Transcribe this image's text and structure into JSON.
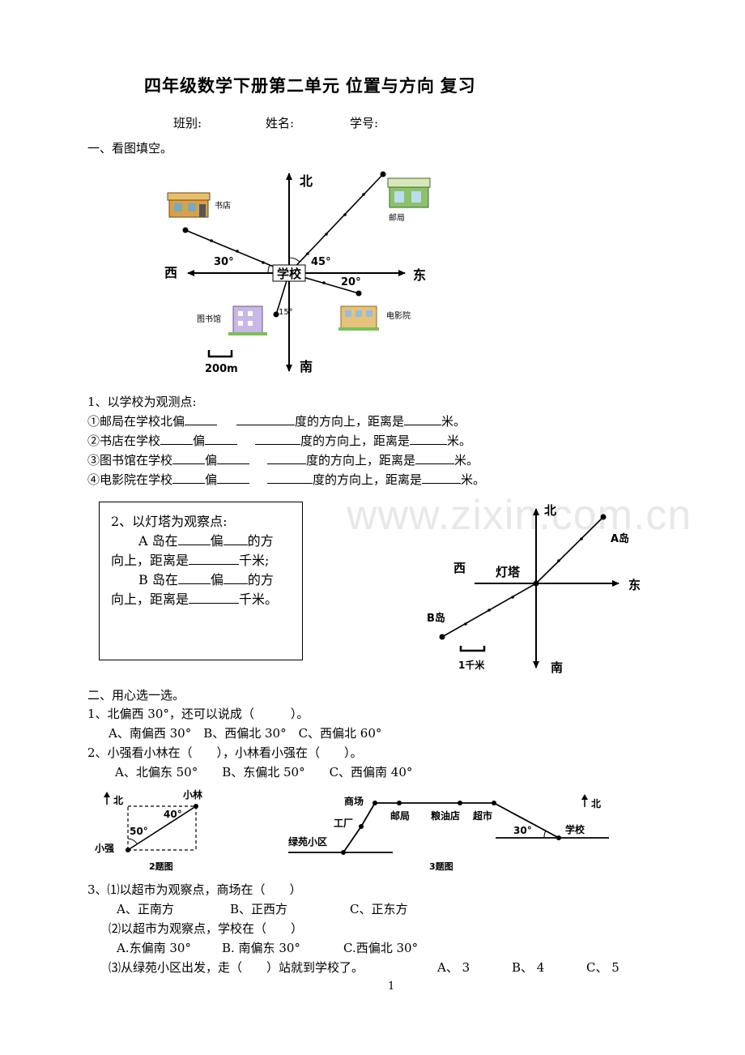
{
  "title": "四年级数学下册第二单元 位置与方向 复习",
  "header": {
    "class": "班别:",
    "name": "姓名:",
    "id": "学号:"
  },
  "section1": {
    "heading": "一、看图填空。",
    "map": {
      "north": "北",
      "south": "南",
      "east": "东",
      "west": "西",
      "center": "学校",
      "bookstore": "书店",
      "post": "邮局",
      "library": "图书馆",
      "cinema": "电影院",
      "angle_nw": "30°",
      "angle_ne": "45°",
      "angle_ese": "20°",
      "angle_ssw": "15°",
      "scale": "200m"
    },
    "q1_intro": "1、以学校为观测点:",
    "q1_a": [
      "①邮局在学校北偏",
      "度的方向上，距离是",
      "米。"
    ],
    "q1_b": [
      "②书店在学校",
      "偏",
      "度的方向上，距离是",
      "米。"
    ],
    "q1_c": [
      "③图书馆在学校",
      "偏",
      "度的方向上，距离是",
      "米。"
    ],
    "q1_d": [
      "④电影院在学校",
      "偏",
      "度的方向上，距离是",
      "米。"
    ]
  },
  "q2box": {
    "line1": "2、以灯塔为观察点:",
    "line2": [
      "A 岛在",
      "偏",
      "的方"
    ],
    "line3": [
      "向上，距离是",
      "千米;"
    ],
    "line4": [
      "B 岛在",
      "偏",
      "的方"
    ],
    "line5": [
      "向上，距离是",
      "千米。"
    ]
  },
  "lighthouse_map": {
    "north": "北",
    "south": "南",
    "east": "东",
    "west": "西",
    "center": "灯塔",
    "islandA": "A岛",
    "islandB": "B岛",
    "scale": "1千米"
  },
  "watermark": "www.zixin.com.cn",
  "section2": {
    "heading": "二、用心选一选。",
    "q1": "1、北偏西 30°，还可以说成（　　　）。",
    "q1_opts": "A、南偏西 30°　B、西偏北 30°　C、西偏北 60°",
    "q2": "2、小强看小林在（　　），小林看小强在（　　）。",
    "q2_opts": "A、北偏东 50°　　B、东偏北 50°　　C、西偏南 40°",
    "fig2": {
      "north": "北",
      "xiaolin": "小林",
      "xiaoqiang": "小强",
      "angle40": "40°",
      "angle50": "50°",
      "caption": "2题图"
    },
    "fig3": {
      "mall": "商场",
      "factory": "工厂",
      "post": "邮局",
      "grain": "粮油店",
      "market": "超市",
      "school": "学校",
      "community": "绿苑小区",
      "angle": "30°",
      "north": "北",
      "caption": "3题图"
    },
    "q3_1": "3、⑴以超市为观察点，商场在（　　）",
    "q3_1_opts": [
      "A、正南方",
      "B、正西方",
      "C、正东方"
    ],
    "q3_2": "⑵以超市为观察点，学校在（　　）",
    "q3_2_opts": [
      "A.东偏南 30°",
      "B. 南偏东 30°",
      "C.西偏北 30°"
    ],
    "q3_3": "⑶从绿苑小区出发，走（　　）站就到学校了。",
    "q3_3_opts": [
      "A、 3",
      "B、 4",
      "C、 5"
    ]
  },
  "page_number": "1"
}
